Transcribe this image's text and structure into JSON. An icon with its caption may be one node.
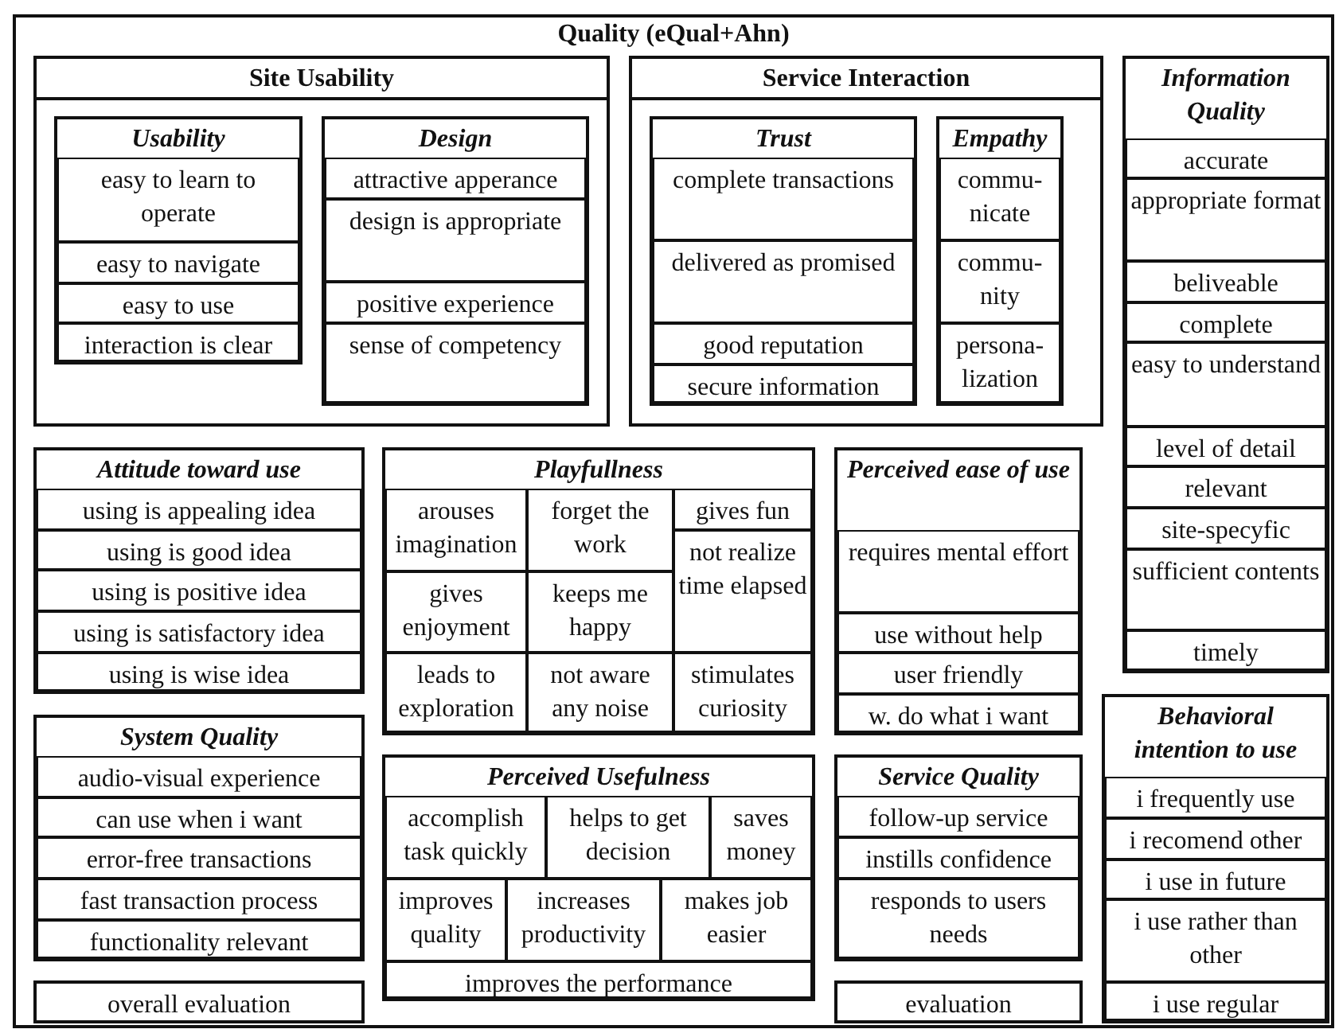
{
  "diagram": {
    "nodes": [
      {
        "text": [
          "Quality (eQual+Ahn)"
        ]
      },
      {
        "text": [
          "Site Usability"
        ],
        "in": 0
      },
      {
        "text": [
          "Usability"
        ],
        "in": 1
      },
      {
        "text": [
          "easy to learn to operate"
        ],
        "in": 2
      },
      {
        "text": [
          "easy to navigate"
        ],
        "in": 2
      },
      {
        "text": [
          "easy to use"
        ],
        "in": 2
      },
      {
        "text": [
          "interaction is clear"
        ],
        "in": 2
      },
      {
        "text": [
          "Design"
        ],
        "in": 1
      },
      {
        "text": [
          "attractive apperance"
        ],
        "in": 7
      },
      {
        "text": [
          "design is appropriate"
        ],
        "in": 7
      },
      {
        "text": [
          "positive experience"
        ],
        "in": 7
      },
      {
        "text": [
          "sense of competency"
        ],
        "in": 7
      },
      {
        "text": [
          "Service Interaction"
        ],
        "in": 0
      },
      {
        "text": [
          "Trust"
        ],
        "in": 12
      },
      {
        "text": [
          "complete transactions"
        ],
        "in": 13
      },
      {
        "text": [
          "delivered as promised"
        ],
        "in": 13
      },
      {
        "text": [
          "good reputation"
        ],
        "in": 13
      },
      {
        "text": [
          "secure information"
        ],
        "in": 13
      },
      {
        "text": [
          "Empathy"
        ],
        "in": 12
      },
      {
        "text": [
          "commu-nicate"
        ],
        "in": 18
      },
      {
        "text": [
          "commu-nity"
        ],
        "in": 18
      },
      {
        "text": [
          "persona-lization"
        ],
        "in": 18
      },
      {
        "text": [
          "Information Quality"
        ],
        "in": 0
      },
      {
        "text": [
          "accurate"
        ],
        "in": 22
      },
      {
        "text": [
          "appropriate format"
        ],
        "in": 22
      },
      {
        "text": [
          "beliveable"
        ],
        "in": 22
      },
      {
        "text": [
          "complete"
        ],
        "in": 22
      },
      {
        "text": [
          "easy to understand"
        ],
        "in": 22
      },
      {
        "text": [
          "level of detail"
        ],
        "in": 22
      },
      {
        "text": [
          "relevant"
        ],
        "in": 22
      },
      {
        "text": [
          "site-specyfic"
        ],
        "in": 22
      },
      {
        "text": [
          "sufficient contents"
        ],
        "in": 22
      },
      {
        "text": [
          "timely"
        ],
        "in": 22
      },
      {
        "text": [
          "Attitude toward use"
        ],
        "in": 0
      },
      {
        "text": [
          "using is appealing idea"
        ],
        "in": 33
      },
      {
        "text": [
          "using is good idea"
        ],
        "in": 33
      },
      {
        "text": [
          "using is positive  idea"
        ],
        "in": 33
      },
      {
        "text": [
          "using is satisfactory idea"
        ],
        "in": 33
      },
      {
        "text": [
          "using is wise idea"
        ],
        "in": 33
      },
      {
        "text": [
          "Playfullness"
        ],
        "in": 0
      },
      {
        "text": [
          "arouses imagination"
        ],
        "in": 39
      },
      {
        "text": [
          "forget the work"
        ],
        "in": 39
      },
      {
        "text": [
          "gives fun"
        ],
        "in": 39
      },
      {
        "text": [
          "gives enjoyment"
        ],
        "in": 39
      },
      {
        "text": [
          "keeps me happy"
        ],
        "in": 39
      },
      {
        "text": [
          "not realize time elapsed"
        ],
        "in": 39
      },
      {
        "text": [
          "leads to exploration"
        ],
        "in": 39
      },
      {
        "text": [
          "not aware any noise"
        ],
        "in": 39
      },
      {
        "text": [
          "stimulates curiosity"
        ],
        "in": 39
      },
      {
        "text": [
          "Perceived ease of use"
        ],
        "in": 0
      },
      {
        "text": [
          "requires mental effort"
        ],
        "in": 49
      },
      {
        "text": [
          "use without help"
        ],
        "in": 49
      },
      {
        "text": [
          "user friendly"
        ],
        "in": 49
      },
      {
        "text": [
          "w. do what i want"
        ],
        "in": 49
      },
      {
        "text": [
          "System Quality"
        ],
        "in": 0
      },
      {
        "text": [
          "audio-visual experience"
        ],
        "in": 54
      },
      {
        "text": [
          "can use when i want"
        ],
        "in": 54
      },
      {
        "text": [
          "error-free transactions"
        ],
        "in": 54
      },
      {
        "text": [
          "fast transaction process"
        ],
        "in": 54
      },
      {
        "text": [
          "functionality relevant"
        ],
        "in": 54
      },
      {
        "text": [
          "Perceived Usefulness"
        ],
        "in": 0
      },
      {
        "text": [
          "accomplish task quickly"
        ],
        "in": 60
      },
      {
        "text": [
          "helps to get decision"
        ],
        "in": 60
      },
      {
        "text": [
          "saves money"
        ],
        "in": 60
      },
      {
        "text": [
          "improves quality"
        ],
        "in": 60
      },
      {
        "text": [
          "increases productivity"
        ],
        "in": 60
      },
      {
        "text": [
          "makes job easier"
        ],
        "in": 60
      },
      {
        "text": [
          "improves the performance"
        ],
        "in": 60
      },
      {
        "text": [
          "Service Quality"
        ],
        "in": 0
      },
      {
        "text": [
          "follow-up service"
        ],
        "in": 68
      },
      {
        "text": [
          "instills confidence"
        ],
        "in": 68
      },
      {
        "text": [
          "responds to users needs"
        ],
        "in": 68
      },
      {
        "text": [
          "Behavioral intention to use"
        ],
        "in": 0
      },
      {
        "text": [
          "i frequently use"
        ],
        "in": 72
      },
      {
        "text": [
          "i recomend other"
        ],
        "in": 72
      },
      {
        "text": [
          "i use in future"
        ],
        "in": 72
      },
      {
        "text": [
          "i use rather than other"
        ],
        "in": 72
      },
      {
        "text": [
          "i use regular"
        ],
        "in": 72
      },
      {
        "text": [
          "overall evaluation"
        ],
        "in": 0
      },
      {
        "text": [
          "evaluation"
        ],
        "in": 0
      }
    ]
  }
}
